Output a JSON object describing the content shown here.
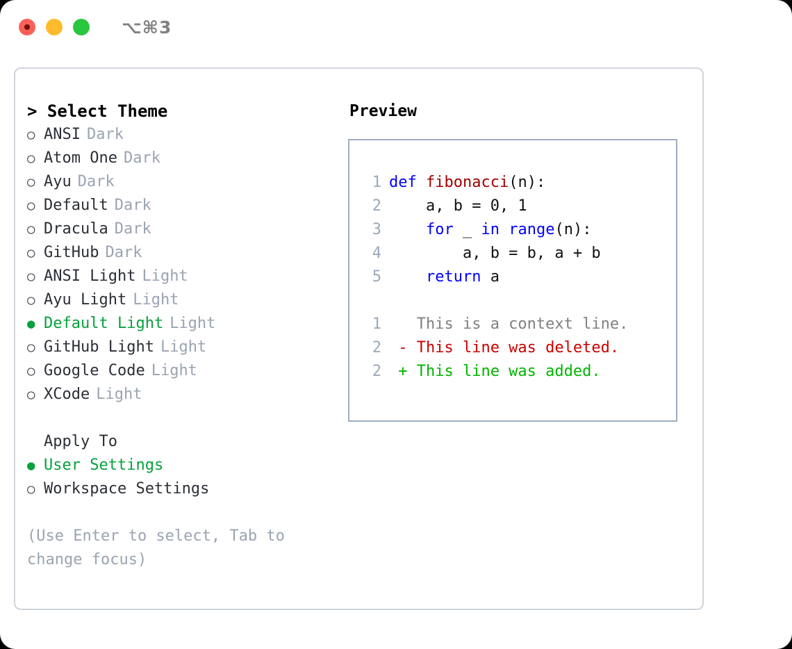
{
  "window": {
    "shortcut_title": "⌥⌘3",
    "traffic_lights": [
      {
        "name": "close",
        "color": "#fc5f57"
      },
      {
        "name": "minimize",
        "color": "#febb2e"
      },
      {
        "name": "maximize",
        "color": "#29c63f"
      }
    ]
  },
  "left": {
    "heading": "> Select Theme",
    "themes": [
      {
        "marker": "○",
        "label": "ANSI",
        "tag": "Dark",
        "selected": false
      },
      {
        "marker": "○",
        "label": "Atom One",
        "tag": "Dark",
        "selected": false
      },
      {
        "marker": "○",
        "label": "Ayu",
        "tag": "Dark",
        "selected": false
      },
      {
        "marker": "○",
        "label": "Default",
        "tag": "Dark",
        "selected": false
      },
      {
        "marker": "○",
        "label": "Dracula",
        "tag": "Dark",
        "selected": false
      },
      {
        "marker": "○",
        "label": "GitHub",
        "tag": "Dark",
        "selected": false
      },
      {
        "marker": "○",
        "label": "ANSI Light",
        "tag": "Light",
        "selected": false
      },
      {
        "marker": "○",
        "label": "Ayu Light",
        "tag": "Light",
        "selected": false
      },
      {
        "marker": "●",
        "label": "Default Light",
        "tag": "Light",
        "selected": true
      },
      {
        "marker": "○",
        "label": "GitHub Light",
        "tag": "Light",
        "selected": false
      },
      {
        "marker": "○",
        "label": "Google Code",
        "tag": "Light",
        "selected": false
      },
      {
        "marker": "○",
        "label": "XCode",
        "tag": "Light",
        "selected": false
      }
    ],
    "apply_to_heading": "Apply To",
    "apply_to": [
      {
        "marker": "●",
        "label": "User Settings",
        "selected": true
      },
      {
        "marker": "○",
        "label": "Workspace Settings",
        "selected": false
      }
    ],
    "hint": "(Use Enter to select, Tab to change focus)"
  },
  "right": {
    "preview_title": "Preview",
    "code": [
      {
        "ln": "1",
        "tokens": [
          {
            "t": "def ",
            "c": "kw"
          },
          {
            "t": "fibonacci",
            "c": "fn"
          },
          {
            "t": "(n):",
            "c": "src"
          }
        ]
      },
      {
        "ln": "2",
        "tokens": [
          {
            "t": "    a, b = 0, 1",
            "c": "src"
          }
        ]
      },
      {
        "ln": "3",
        "tokens": [
          {
            "t": "    ",
            "c": "src"
          },
          {
            "t": "for",
            "c": "kw"
          },
          {
            "t": " _ ",
            "c": "src"
          },
          {
            "t": "in",
            "c": "kw"
          },
          {
            "t": " ",
            "c": "src"
          },
          {
            "t": "range",
            "c": "kw"
          },
          {
            "t": "(n):",
            "c": "src"
          }
        ]
      },
      {
        "ln": "4",
        "tokens": [
          {
            "t": "        a, b = b, a + b",
            "c": "src"
          }
        ]
      },
      {
        "ln": "5",
        "tokens": [
          {
            "t": "    ",
            "c": "src"
          },
          {
            "t": "return",
            "c": "kw"
          },
          {
            "t": " a",
            "c": "src"
          }
        ]
      }
    ],
    "diff": [
      {
        "ln": "1",
        "tokens": [
          {
            "t": "   This is a context line.",
            "c": "ctx"
          }
        ]
      },
      {
        "ln": "2",
        "tokens": [
          {
            "t": " - This line was deleted.",
            "c": "del"
          }
        ]
      },
      {
        "ln": "2",
        "tokens": [
          {
            "t": " + This line was added.",
            "c": "add"
          }
        ]
      }
    ]
  },
  "colors": {
    "accent_green": "#06a13c",
    "keyword_blue": "#0000ff",
    "function_red": "#a00000",
    "diff_delete": "#cc0000",
    "diff_add": "#00b400",
    "muted_gray": "#9aa4b2",
    "panel_border": "#cfd4da",
    "preview_border": "#9fadbd"
  }
}
